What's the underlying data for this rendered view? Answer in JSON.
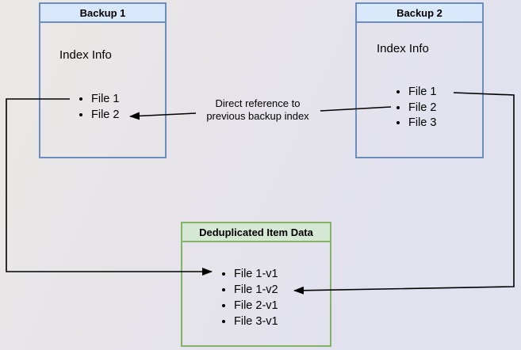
{
  "diagram": {
    "backup1": {
      "title": "Backup 1",
      "section_label": "Index Info",
      "files": [
        "File 1",
        "File 2"
      ]
    },
    "backup2": {
      "title": "Backup 2",
      "section_label": "Index Info",
      "files": [
        "File 1",
        "File 2",
        "File 3"
      ]
    },
    "dedup": {
      "title": "Deduplicated Item Data",
      "items": [
        "File 1-v1",
        "File 1-v2",
        "File 2-v1",
        "File 3-v1"
      ]
    },
    "annotations": {
      "direct_reference_label": "Direct reference to previous backup index"
    },
    "colors": {
      "backup_box_fill": "#dae8fc",
      "backup_box_border": "#6c8ebf",
      "dedup_box_fill": "#d5e8d4",
      "dedup_box_border": "#82b366",
      "arrow": "#000000"
    }
  }
}
